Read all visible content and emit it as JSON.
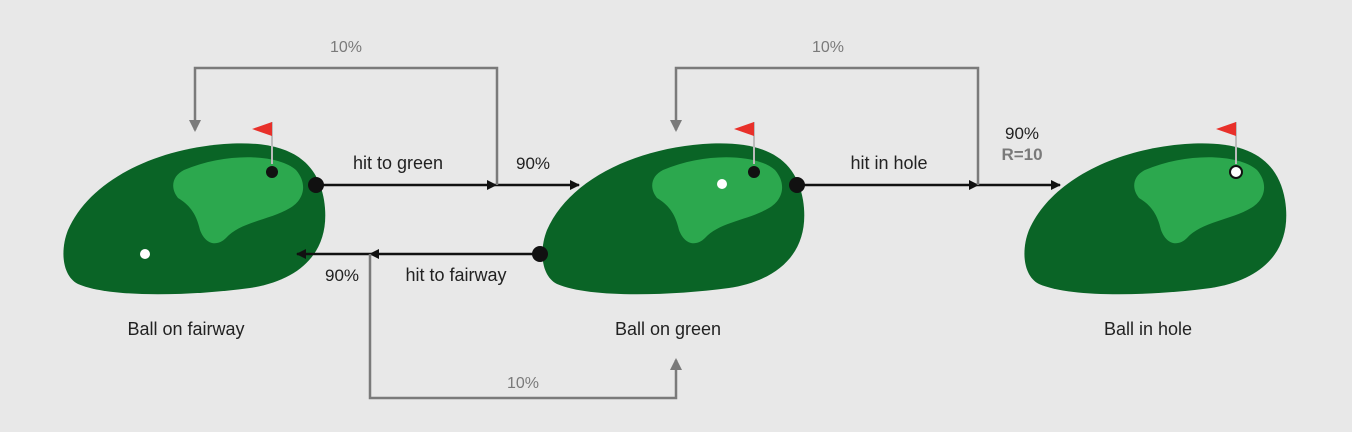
{
  "states": {
    "fairway": "Ball on fairway",
    "green": "Ball on green",
    "hole": "Ball in hole"
  },
  "actions": {
    "hit_to_green": "hit to green",
    "hit_in_hole": "hit in hole",
    "hit_to_fairway": "hit to fairway"
  },
  "transitions": {
    "fairway_to_green": "90%",
    "fairway_self": "10%",
    "green_to_hole": "90%",
    "green_to_hole_reward": "R=10",
    "green_self": "10%",
    "green_to_fairway": "90%",
    "green_to_fairway_stay": "10%"
  },
  "colors": {
    "background": "#e8e8e8",
    "fairway_green": "#0a6426",
    "putting_green": "#2ca84e",
    "flag": "#e8302a",
    "action_arrow": "#111111",
    "transition_arrow": "#7a7a7a",
    "ball": "#ffffff"
  },
  "icons": [
    "golf-course-icon",
    "flag-icon",
    "ball-icon"
  ]
}
